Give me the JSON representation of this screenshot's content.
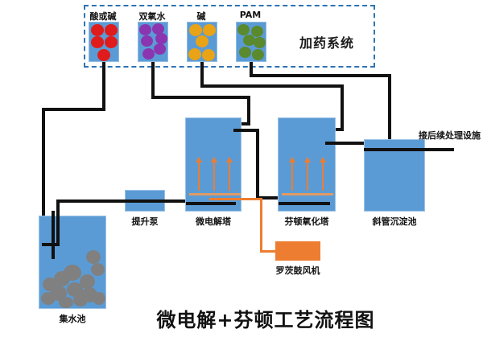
{
  "diagram": {
    "title": "微电解+芬顿工艺流程图",
    "dosing_system": {
      "label": "加药系统",
      "tanks": [
        {
          "label": "酸或碱",
          "color": "#E01B1B"
        },
        {
          "label": "双氧水",
          "color": "#8B36B0"
        },
        {
          "label": "碱",
          "color": "#E8A317"
        },
        {
          "label": "PAM",
          "color": "#5B8A2E"
        }
      ]
    },
    "units": [
      {
        "name": "集水池",
        "label": "集水池",
        "color": "#5B9BD5"
      },
      {
        "name": "提升泵",
        "label": "提升泵",
        "color": "#5B9BD5"
      },
      {
        "name": "微电解塔",
        "label": "微电解塔",
        "color": "#5B9BD5"
      },
      {
        "name": "芬顿氧化塔",
        "label": "芬顿氧化塔",
        "color": "#5B9BD5"
      },
      {
        "name": "斜管沉淀池",
        "label": "斜管沉淀池",
        "color": "#5B9BD5"
      },
      {
        "name": "罗茨鼓风机",
        "label": "罗茨鼓风机",
        "color": "#ED7D31"
      }
    ],
    "outflow_label": "接后续处理设施",
    "colors": {
      "water": "#5B9BD5",
      "air": "#ED7D31",
      "pipe": "#111111",
      "enclosure": "#2E74B5",
      "sludge": "#808080"
    }
  }
}
